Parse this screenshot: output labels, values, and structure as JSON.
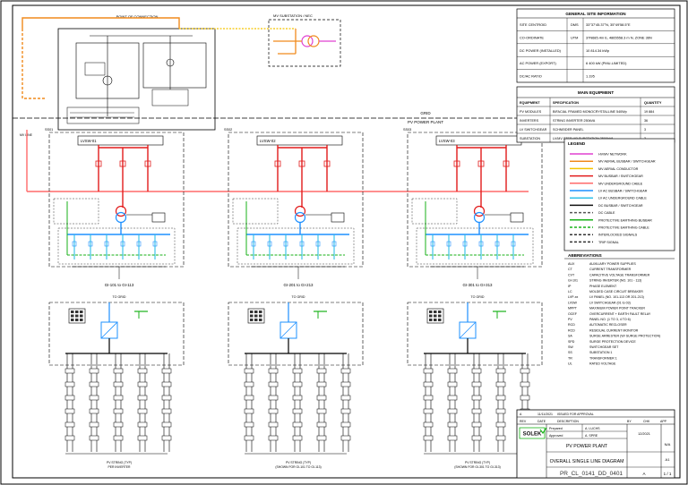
{
  "general_info": {
    "title": "GENERAL SITE INFORMATION",
    "rows": [
      {
        "label": "SITE CENTROID",
        "unit": "DMS",
        "value": "33°37'45.37\"N, 35°49'58.5\"E"
      },
      {
        "label": "CO-ORDINATE",
        "unit": "UTM",
        "value": "37N685.4m E, 4865558.3 m N, ZONE 36N"
      },
      {
        "label": "DC POWER (INSTALLED)",
        "unit": "",
        "value": "10 814.34 kWp"
      },
      {
        "label": "AC POWER (EXPORT)",
        "unit": "",
        "value": "6 400 kW (PMU-LIMITED)"
      },
      {
        "label": "DC/AC RATIO",
        "unit": "",
        "value": "1.195"
      }
    ]
  },
  "main_equipment": {
    "title": "MAIN EQUIPMENT",
    "headers": [
      "EQUIPMENT",
      "SPECIFICATION",
      "QUANTITY"
    ],
    "rows": [
      [
        "PV MODULES",
        "BIFACIAL FRAMED MONOCRYSTALLINE 540Wp",
        "19 884"
      ],
      [
        "INVERTERS",
        "STRING INVERTER 250kVA",
        "36"
      ],
      [
        "LV SWITCHGEAR",
        "SCHNEIDER PANEL",
        "3"
      ],
      [
        "SUBSTATION",
        "LV/MV STEP-UP SUBSTATION 2500kVA",
        "3"
      ]
    ]
  },
  "legend": {
    "title": "LEGEND",
    "items": [
      {
        "label": "HV/MV NETWORK",
        "color": "#e040d0",
        "dash": false
      },
      {
        "label": "MV AERIAL BUSBAR / SWITCHGEAR",
        "color": "#f08a1c",
        "dash": false
      },
      {
        "label": "MV AERIAL CONDUCTOR",
        "color": "#f5c400",
        "dash": false
      },
      {
        "label": "MV BUSBAR / SWITCHGEAR",
        "color": "#e21b1b",
        "dash": false
      },
      {
        "label": "MV UNDERGROUND CABLE",
        "color": "#ff6a6a",
        "dash": false
      },
      {
        "label": "LV AC BUSBAR / SWITCHGEAR",
        "color": "#1e90ff",
        "dash": false
      },
      {
        "label": "LV AC UNDERGROUND CABLE",
        "color": "#30c0e8",
        "dash": false
      },
      {
        "label": "DC BUSBAR / SWITCHGEAR",
        "color": "#111111",
        "dash": false
      },
      {
        "label": "DC CABLE",
        "color": "#555555",
        "dash": true
      },
      {
        "label": "PROTECTIVE EARTHING BUSBAR",
        "color": "#19b219",
        "dash": false
      },
      {
        "label": "PROTECTIVE EARTHING CABLE",
        "color": "#19b219",
        "dash": true
      },
      {
        "label": "INTERLOCKED SIGNALS",
        "color": "#333333",
        "dash": true
      },
      {
        "label": "TRIP SIGNAL",
        "color": "#333333",
        "dash": true
      }
    ]
  },
  "abbreviations": {
    "title": "ABBREVIATIONS",
    "items": [
      [
        "AUX",
        "AUXILIARY POWER SUPPLIES"
      ],
      [
        "CT",
        "CURRENT TRANSFORMER"
      ],
      [
        "CVT",
        "CAPACITIVE VOLTAGE TRANSFORMER"
      ],
      [
        "GI-101",
        "STRING INVERTER (NO. 101 - 113)"
      ],
      [
        "IP",
        "PHASE ELEMENT"
      ],
      [
        "LC",
        "MOLDED CASE CIRCUIT BREAKER"
      ],
      [
        "LVP-xx",
        "LV PANEL (NO. 101-113 OR 201-213)"
      ],
      [
        "LVSW",
        "LV SWITCHGEAR (01 to 03)"
      ],
      [
        "MPPT",
        "MAXIMUM POWER POINT TRACKER"
      ],
      [
        "OCEF",
        "OVERCURRENT + EARTH FAULT RELAY"
      ],
      [
        "PV",
        "PANEL NO. (1 TO 3, 4 TO 6)"
      ],
      [
        "RCD",
        "AUTOMATIC RECLOSER"
      ],
      [
        "RCD",
        "RESIDUAL CURRENT MONITOR"
      ],
      [
        "SA",
        "SURGE ARRESTER (W/ SURGE PROTECTION)"
      ],
      [
        "SPD",
        "SURGE PROTECTION DEVICE"
      ],
      [
        "SW",
        "SWITCHGEAR SET"
      ],
      [
        "SS",
        "SUBSTATION 1"
      ],
      [
        "TR",
        "TRANSFORMER 1"
      ],
      [
        "UL",
        "RATED VOLTAGE"
      ]
    ]
  },
  "labels": {
    "grid_point": "POINT OF CONNECTION",
    "sub_label": "MV SUBSTATION / NEC",
    "grid": "GRID",
    "plant": "PV POWER PLANT",
    "incoming": "MV LINE",
    "ss_names": [
      "SS01",
      "SS02",
      "SS03"
    ],
    "lvsw_names": [
      "LVSW-01",
      "LVSW-02",
      "LVSW-03"
    ],
    "inv_ranges": [
      "GI-101 to GI-113",
      "GI-201 to GI-213",
      "GI-301 to GI-313"
    ],
    "inv_box": "TO GRID",
    "pv_captions": [
      "PV STRING (TYP)\nPER INVERTER",
      "PV STRING (TYP)\n(SHOWN FOR GI-101 TO GI-113)",
      "PV STRING (TYP)\n(SHOWN FOR GI-301 TO GI-313)"
    ]
  },
  "title_block": {
    "rev_head": [
      "REV",
      "DATE",
      "DESCRIPTION",
      "BY",
      "CHK",
      "APP"
    ],
    "rev": [
      "A",
      "11/11/2021",
      "ISSUED FOR APPROVAL"
    ],
    "company": "SOLEK",
    "prepared_label": "Prepared",
    "prepared": "A. LUCHS",
    "approved_label": "Approved",
    "approved": "A. SPRE",
    "date": "12/2021",
    "project": "PV POWER PLANT",
    "drawing_title": "OVERALL SINGLE LINE DIAGRAM",
    "drawing_no": "PR_CL_0141_DD_0401",
    "revision": "A",
    "sheet": "1 / 1",
    "sheet_size": "A1",
    "scale": "N/A"
  },
  "colors": {
    "hv": "#e040d0",
    "mv_aerial": "#f08a1c",
    "mv_conductor": "#f5c400",
    "mv": "#e21b1b",
    "mv_cable": "#ff6a6a",
    "lv": "#1e90ff",
    "lv_cable": "#30c0e8",
    "earth": "#19b219",
    "dc": "#111111"
  }
}
